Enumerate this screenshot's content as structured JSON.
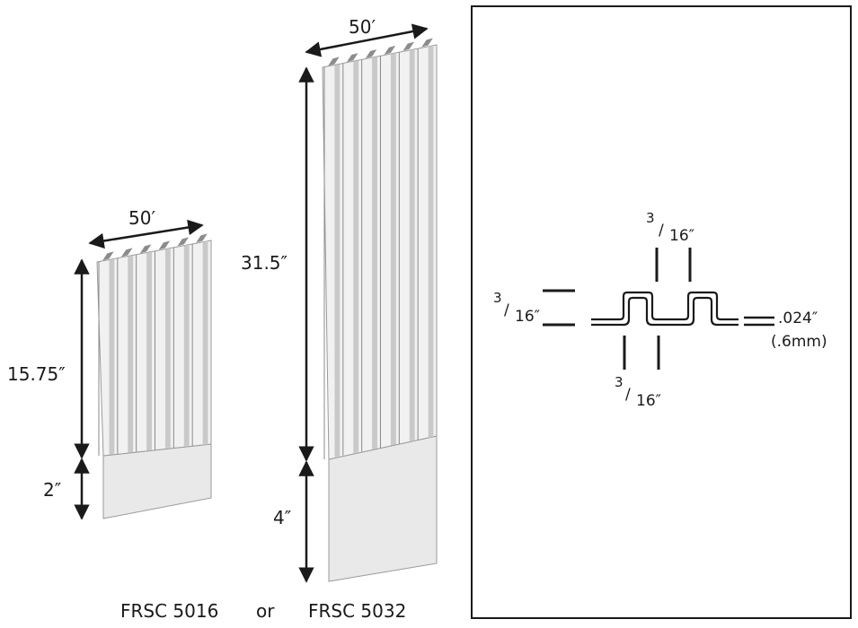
{
  "product_small": {
    "width_label": "50′",
    "height_label": "15.75″",
    "base_label": "2″",
    "code": "FRSC 5016"
  },
  "product_large": {
    "width_label": "50′",
    "height_label": "31.5″",
    "base_label": "4″",
    "code": "FRSC 5032"
  },
  "connector": "or",
  "profile": {
    "fraction_num": "3",
    "fraction_slash": "/",
    "fraction_den": "16″",
    "thickness_in": ".024″",
    "thickness_mm": "(.6mm)"
  },
  "colors": {
    "ink": "#1a1a1a",
    "panel_light": "#f1f1f1",
    "panel_shade": "#c9c9c9",
    "base_fill": "#e9e9e9"
  }
}
